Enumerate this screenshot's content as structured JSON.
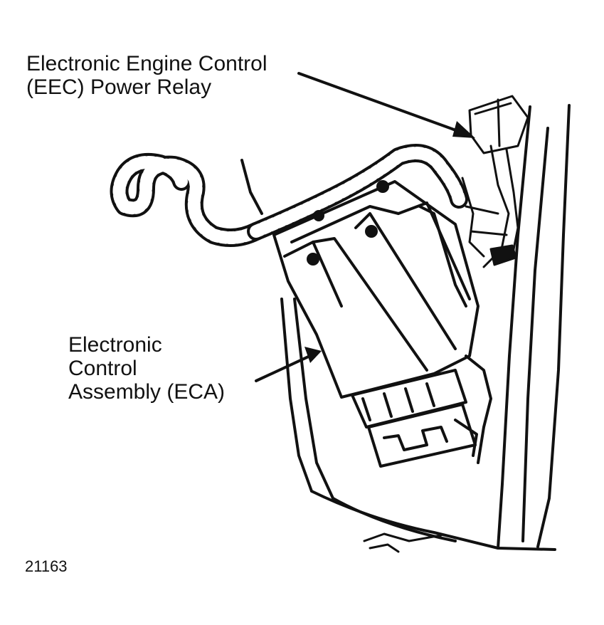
{
  "labels": {
    "relay_line1": "Electronic Engine Control",
    "relay_line2": "(EEC) Power Relay",
    "eca_line1": "Electronic",
    "eca_line2": "Control",
    "eca_line3": "Assembly (ECA)"
  },
  "figure_number": "21163"
}
